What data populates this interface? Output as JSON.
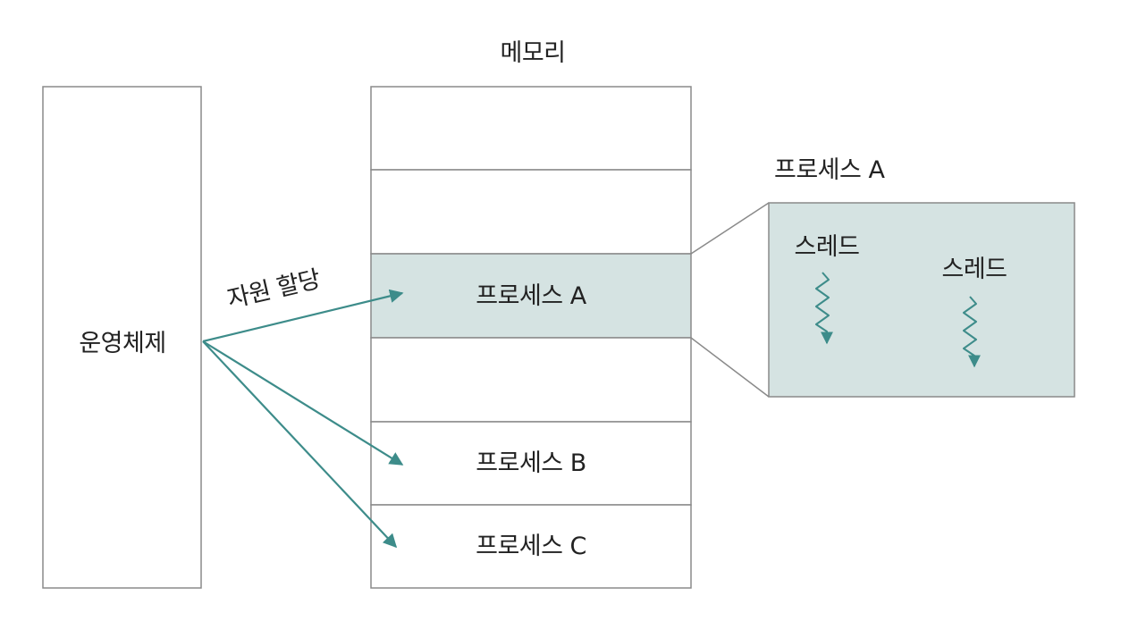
{
  "memory": {
    "title": "메모리",
    "slots": [
      "",
      "",
      "프로세스 A",
      "",
      "프로세스 B",
      "프로세스 C"
    ]
  },
  "os": {
    "label": "운영체제"
  },
  "arrow_label": "자원 할당",
  "detail": {
    "title": "프로세스 A",
    "threads": [
      "스레드",
      "스레드"
    ]
  },
  "colors": {
    "highlight_fill": "#d5e3e2",
    "arrow": "#3d8c8a",
    "line": "#8a8a8a"
  }
}
